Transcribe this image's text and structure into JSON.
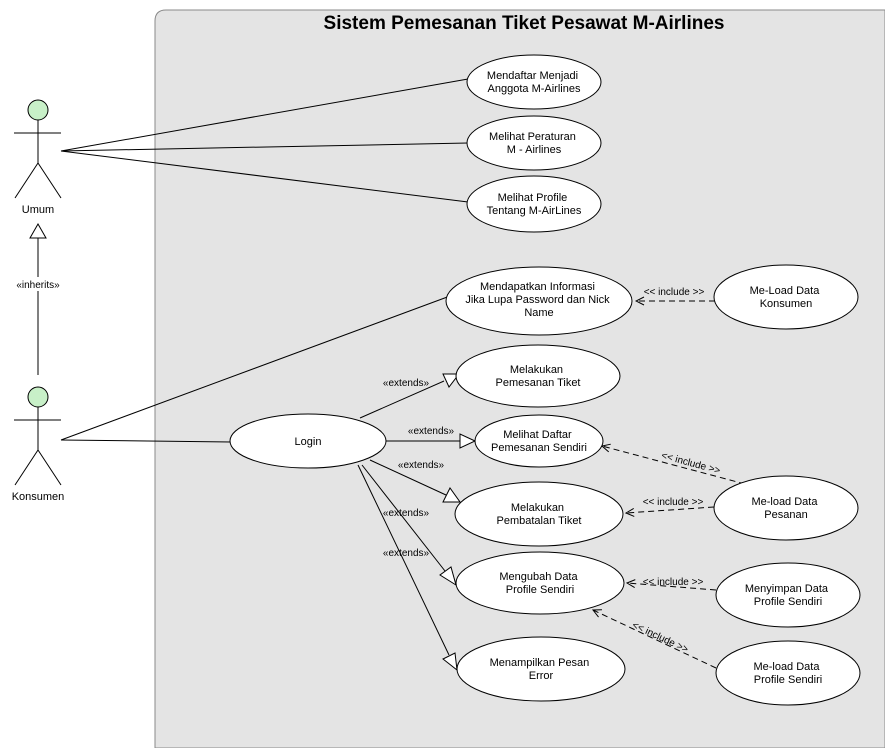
{
  "system": {
    "title": "Sistem Pemesanan Tiket Pesawat M-Airlines"
  },
  "actors": {
    "umum": {
      "label": "Umum"
    },
    "konsumen": {
      "label": "Konsumen"
    }
  },
  "generalization": {
    "label": "«inherits»"
  },
  "use_cases": {
    "mendaftar": {
      "line1": "Mendaftar Menjadi",
      "line2": "Anggota M-Airlines"
    },
    "peraturan": {
      "line1": "Melihat Peraturan",
      "line2": "M - Airlines"
    },
    "profile_airlines": {
      "line1": "Melihat Profile",
      "line2": "Tentang M-AirLines"
    },
    "informasi": {
      "line1": "Mendapatkan Informasi",
      "line2": "Jika Lupa Password dan Nick",
      "line3": "Name"
    },
    "load_konsumen": {
      "line1": "Me-Load Data",
      "line2": "Konsumen"
    },
    "login": {
      "line1": "Login"
    },
    "pemesanan": {
      "line1": "Melakukan",
      "line2": "Pemesanan Tiket"
    },
    "daftar_pemesanan": {
      "line1": "Melihat Daftar",
      "line2": "Pemesanan Sendiri"
    },
    "pembatalan": {
      "line1": "Melakukan",
      "line2": "Pembatalan Tiket"
    },
    "mengubah": {
      "line1": "Mengubah Data",
      "line2": "Profile Sendiri"
    },
    "error": {
      "line1": "Menampilkan Pesan",
      "line2": "Error"
    },
    "load_pesanan": {
      "line1": "Me-load Data",
      "line2": "Pesanan"
    },
    "menyimpan": {
      "line1": "Menyimpan Data",
      "line2": "Profile Sendiri"
    },
    "load_profile": {
      "line1": "Me-load Data",
      "line2": "Profile Sendiri"
    }
  },
  "relations": {
    "extends_label": "«extends»",
    "include_label": "<< include >>"
  },
  "colors": {
    "boundary_fill": "#e4e4e4",
    "boundary_stroke": "#8a8a8a",
    "actor_head": "#c8f0c8",
    "usecase_fill": "#ffffff",
    "line": "#000000"
  }
}
